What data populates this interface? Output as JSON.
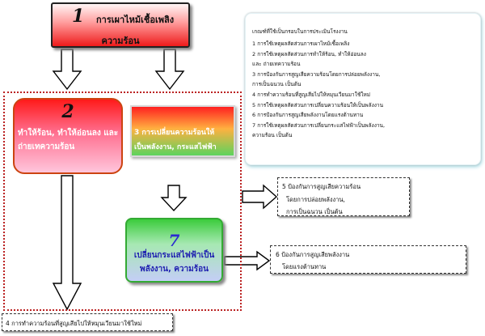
{
  "box1": {
    "number": "1",
    "line1": "การเผาไหม้เชื้อเพลิง",
    "line2": "ความร้อน"
  },
  "box2": {
    "number": "2",
    "line1": "ทำให้ร้อน, ทำให้อ่อนลง และ",
    "line2": "ถ่ายเทความร้อน"
  },
  "box3": {
    "line1": "3  การเปลี่ยนความร้อนให้",
    "line2": "เป็นพลังงาน, กระแสไฟฟ้า"
  },
  "box7": {
    "number": "7",
    "line1": "เปลี่ยนกระแสไฟฟ้าเป็น",
    "line2": "พลังงาน, ความร้อน"
  },
  "panel": {
    "heading": "เกณฑ์ที่ใช้เป็นกรอบในการประเมินโรงงาน",
    "items": [
      "1 การใช้เหตุผลสัดส่วนการเผาไหม้เชื้อเพลิง",
      "2 การใช้เหตุผลสัดส่วนการทำให้ร้อน, ทำให้อ่อนลง",
      "   และ ถ่ายเทความร้อน",
      "3 การป้องกันการสูญเสียความร้อนโดยการปล่อยพลังงาน,",
      "   การเป็นฉนวน เป็นต้น",
      "4 การทำความร้อนที่สูญเสียไปให้หมุนเวียนมาใช้ใหม่",
      "5 การใช้เหตุผลสัดส่วนการเปลี่ยนความร้อนให้เป็นพลังงาน",
      "6 การป้องกันการสูญเสียพลังงานโดยแรงต้านทาน",
      "7 การใช้เหตุผลสัดส่วนการเปลี่ยนกระแสไฟฟ้าเป็นพลังงาน,",
      "   ความร้อน เป็นต้น"
    ]
  },
  "note5": {
    "line1": "5   ป้องกันการสูญเสียความร้อน",
    "line2": "โดยการปล่อยพลังงาน,",
    "line3": "การเป็นฉนวน เป็นต้น"
  },
  "note6": {
    "line1": "6   ป้องกันการสูญเสียพลังงาน",
    "line2": "โดยแรงต้านทาน"
  },
  "note4": {
    "line1": "4   การทำความร้อนที่สูญเสียไปให้หมุนเวียนมาใช้ใหม่"
  }
}
